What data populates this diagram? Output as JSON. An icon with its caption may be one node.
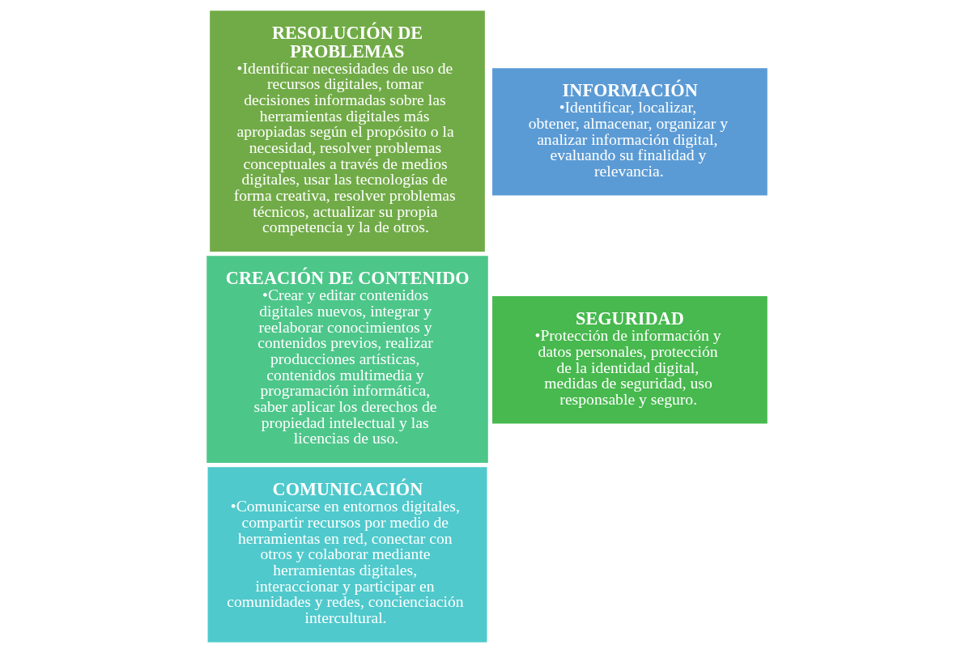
{
  "diagram": {
    "nodes": [
      {
        "text": [
          "INFORMACIÓN",
          "•Identificar, localizar, obtener, almacenar, organizar y analizar información digital, evaluando su finalidad y relevancia."
        ]
      },
      {
        "text": [
          "COMUNICACIÓN",
          "•Comunicarse en entornos digitales, compartir recursos por medio de herramientas en red, conectar con otros y colaborar mediante herramientas digitales, interaccionar y participar en comunidades y redes, concienciación intercultural."
        ]
      },
      {
        "text": [
          "CREACIÓN DE CONTENIDO",
          "•Crear y editar contenidos digitales nuevos, integrar y reelaborar conocimientos y contenidos previos, realizar producciones artísticas, contenidos multimedia y programación informática, saber aplicar los derechos de propiedad intelectual y las licencias de uso."
        ]
      },
      {
        "text": [
          "SEGURIDAD",
          "•Protección de información y datos personales, protección de la identidad digital, medidas de seguridad, uso responsable y seguro."
        ]
      },
      {
        "text": [
          "RESOLUCIÓN DE PROBLEMAS",
          "•Identificar necesidades de uso de recursos digitales, tomar decisiones informadas sobre las herramientas digitales más apropiadas según el propósito o la necesidad, resolver problemas conceptuales a través de medios digitales, usar las tecnologías de forma creativa, resolver problemas técnicos, actualizar su propia competencia y la de otros."
        ]
      }
    ],
    "edges": []
  }
}
